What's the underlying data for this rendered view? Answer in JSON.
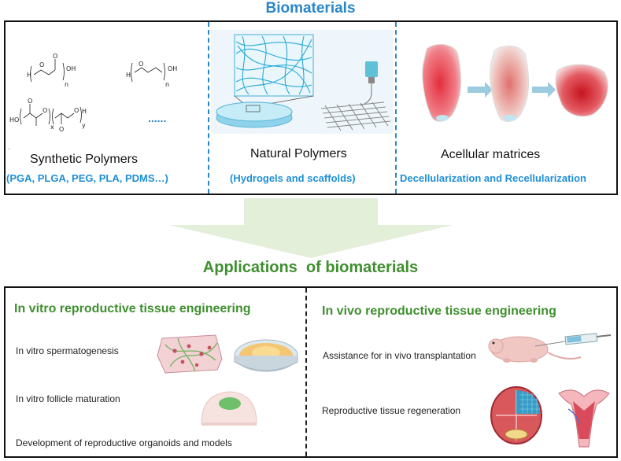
{
  "top_title": "Biomaterials",
  "bottom_title": "Applications  of biomaterials",
  "panels": [
    {
      "title": "Synthetic Polymers",
      "subtitle": "(PGA, PLGA, PEG, PLA, PDMS…)"
    },
    {
      "title": "Natural Polymers",
      "subtitle": "(Hydrogels and scaffolds)"
    },
    {
      "title": "Acellular matrices",
      "subtitle": "Decellularization and Recellularization"
    }
  ],
  "chem": {
    "ellipsis": "......",
    "oh": "OH",
    "h": "H",
    "o": "O",
    "n": "n",
    "x": "x",
    "y": "y",
    "ho": "HO"
  },
  "in_vitro": {
    "heading": "In vitro reproductive tissue engineering",
    "items": [
      "In vitro spermatogenesis",
      "In vitro follicle maturation",
      "Development of reproductive organoids and models"
    ]
  },
  "in_vivo": {
    "heading": "In vivo reproductive tissue engineering",
    "items": [
      "Assistance for in vivo transplantation",
      "Reproductive tissue regeneration"
    ]
  },
  "colors": {
    "blue": "#2a86c8",
    "green": "#3f8f2f",
    "arrow": "#e3efd9"
  }
}
